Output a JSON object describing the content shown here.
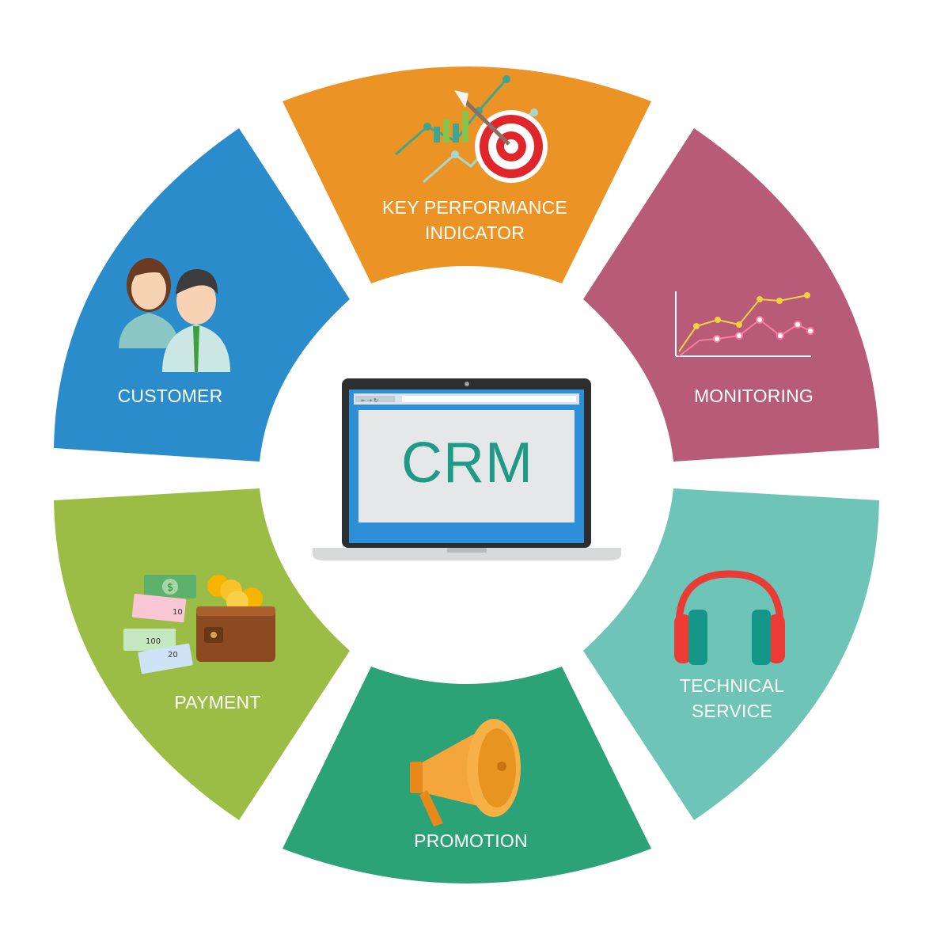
{
  "title": "CRM",
  "colors": {
    "kpi": "#ec9325",
    "customer": "#2b8ccc",
    "monitoring": "#b75b79",
    "payment": "#9cbd45",
    "technical_service": "#6ec4b6",
    "promotion": "#2ba377",
    "crm_text": "#1f9a86",
    "laptop_frame": "#2d2e30",
    "laptop_screen": "#2c8fd8"
  },
  "segments": [
    {
      "id": "kpi",
      "lines": [
        "KEY PERFORMANCE",
        "INDICATOR"
      ],
      "icon": "target-chart-icon"
    },
    {
      "id": "customer",
      "lines": [
        "CUSTOMER"
      ],
      "icon": "customers-icon"
    },
    {
      "id": "monitoring",
      "lines": [
        "MONITORING"
      ],
      "icon": "line-chart-icon"
    },
    {
      "id": "payment",
      "lines": [
        "PAYMENT"
      ],
      "icon": "wallet-money-icon"
    },
    {
      "id": "technical_service",
      "lines": [
        "TECHNICAL",
        "SERVICE"
      ],
      "icon": "headphones-icon"
    },
    {
      "id": "promotion",
      "lines": [
        "PROMOTION"
      ],
      "icon": "megaphone-icon"
    }
  ],
  "money": {
    "note1": "10",
    "note2": "100",
    "note3": "20"
  }
}
